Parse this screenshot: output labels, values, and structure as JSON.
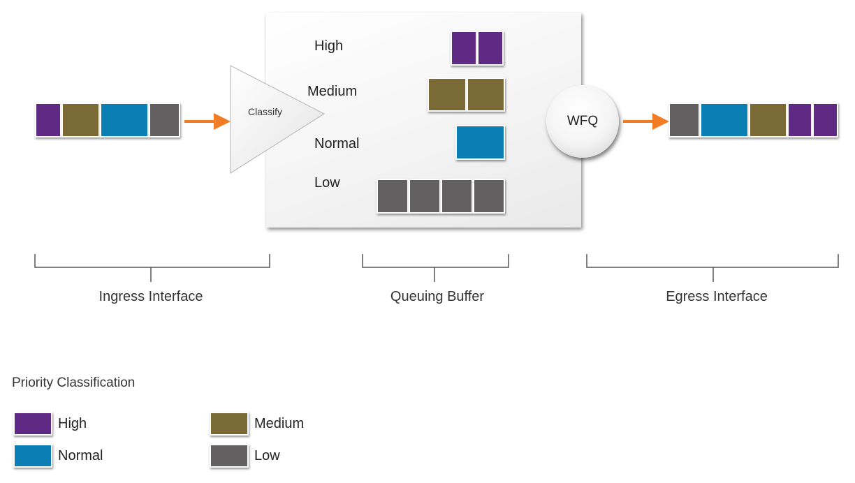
{
  "colors": {
    "high": "#5e2a84",
    "medium": "#7a6a35",
    "normal": "#0b7fb3",
    "low": "#636061",
    "arrow": "#f07c26"
  },
  "classifier": {
    "label": "Classify"
  },
  "queues": {
    "high": "High",
    "medium": "Medium",
    "normal": "Normal",
    "low": "Low"
  },
  "scheduler": {
    "label": "WFQ"
  },
  "sections": {
    "ingress": "Ingress Interface",
    "buffer": "Queuing Buffer",
    "egress": "Egress Interface"
  },
  "legend": {
    "title": "Priority Classification",
    "items": [
      {
        "label": "High",
        "color": "#5e2a84"
      },
      {
        "label": "Medium",
        "color": "#7a6a35"
      },
      {
        "label": "Normal",
        "color": "#0b7fb3"
      },
      {
        "label": "Low",
        "color": "#636061"
      }
    ]
  },
  "ingress_packets": [
    "high",
    "medium",
    "normal",
    "low"
  ],
  "egress_packets": [
    "low",
    "normal",
    "medium",
    "high",
    "high"
  ],
  "queue_packets": {
    "high": [
      "high",
      "high"
    ],
    "medium": [
      "medium",
      "medium"
    ],
    "normal": [
      "normal"
    ],
    "low": [
      "low",
      "low",
      "low",
      "low"
    ]
  }
}
